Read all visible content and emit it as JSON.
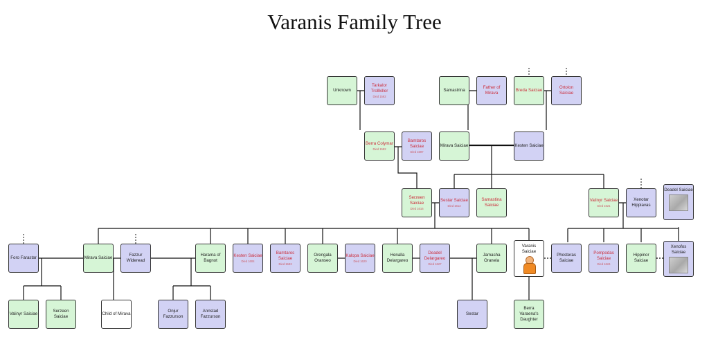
{
  "title": "Varanis Family Tree",
  "people": {
    "unknown": {
      "name": "Unknown",
      "died": ""
    },
    "tarkalor": {
      "name": "Tarkalor Trollkiller",
      "died": "Died 1562"
    },
    "samastrina_top": {
      "name": "Samastrina",
      "died": ""
    },
    "father_mirava": {
      "name": "Father of Mirava",
      "died": ""
    },
    "breda": {
      "name": "Breda Saiciae",
      "died": ""
    },
    "ortolon": {
      "name": "Ortolon Saiciae",
      "died": ""
    },
    "berra_colymar": {
      "name": "Berra Colymar",
      "died": "Died 1582"
    },
    "bamtaros_top": {
      "name": "Bamtaros Saiciae",
      "died": "Died 1597"
    },
    "mirava_top": {
      "name": "Mirava Saiciae",
      "died": ""
    },
    "kesten_top": {
      "name": "Kesten Saiciae",
      "died": ""
    },
    "serzeen_mid": {
      "name": "Serzeen Saiciae",
      "died": "Died 1616"
    },
    "sestar_mid": {
      "name": "Sestar Saiciae",
      "died": "Died 1612"
    },
    "samastina_mid": {
      "name": "Samastina Saiciae",
      "died": ""
    },
    "valinyr_mid": {
      "name": "Valinyr Saiciae",
      "died": "Died 1621"
    },
    "xenotar": {
      "name": "Xenotar Hippiavas",
      "died": ""
    },
    "deadel_photo": {
      "name": "Deadel Saiciae",
      "died": ""
    },
    "foro": {
      "name": "Foro Farastar",
      "died": ""
    },
    "mirava_low": {
      "name": "Mirava Saiciae",
      "died": ""
    },
    "fazzur": {
      "name": "Fazzur Wideread",
      "died": ""
    },
    "harama": {
      "name": "Harama of Bagnot",
      "died": ""
    },
    "kesten_low": {
      "name": "Kesten Saiciae",
      "died": "Died 1604"
    },
    "bamtaros_low": {
      "name": "Bamtaros Saiciae",
      "died": "Died 1593"
    },
    "orengala": {
      "name": "Orengala Oranseo",
      "died": ""
    },
    "kalopa": {
      "name": "Kalopa Saiciae",
      "died": "Died 1620"
    },
    "henalla": {
      "name": "Henalla Delargareo",
      "died": ""
    },
    "deadel_low": {
      "name": "Deadel Delargareo",
      "died": "Died 1627"
    },
    "jamasha": {
      "name": "Jamasha Oranela",
      "died": ""
    },
    "varanis": {
      "name": "Varanis Saiciae",
      "died": ""
    },
    "phosteras": {
      "name": "Phosteras Saiciae",
      "died": ""
    },
    "pompodas": {
      "name": "Pompodas Saiciae",
      "died": "Died 1624"
    },
    "hippinor": {
      "name": "Hippinor Saiciae",
      "died": ""
    },
    "xenofos": {
      "name": "Xenofos Saiciae",
      "died": ""
    },
    "valinyr_low": {
      "name": "Valinyr Saiciae",
      "died": ""
    },
    "serzeen_low": {
      "name": "Serzeen Saiciae",
      "died": ""
    },
    "child_mirava": {
      "name": "Child of Mirava",
      "died": ""
    },
    "onjur": {
      "name": "Onjur Fazzurson",
      "died": ""
    },
    "annstad": {
      "name": "Annstad Fazzurson",
      "died": ""
    },
    "sestar_low": {
      "name": "Sestar",
      "died": ""
    },
    "berra_daughter": {
      "name": "Berra Varaena's Daughter",
      "died": ""
    }
  }
}
